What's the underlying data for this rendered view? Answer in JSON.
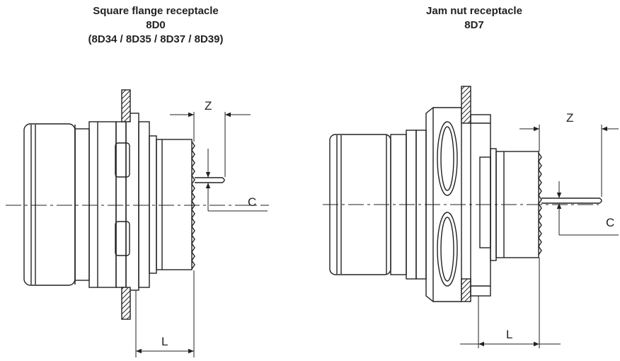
{
  "left_view": {
    "title_line1": "Square flange receptacle",
    "title_line2": "8D0",
    "title_line3": "(8D34 / 8D35 / 8D37 / 8D39)",
    "dim_z": "Z",
    "dim_c": "C",
    "dim_l": "L"
  },
  "right_view": {
    "title_line1": "Jam nut receptacle",
    "title_line2": "8D7",
    "dim_z": "Z",
    "dim_c": "C",
    "dim_l": "L"
  },
  "colors": {
    "line": "#222222",
    "background": "#ffffff"
  }
}
